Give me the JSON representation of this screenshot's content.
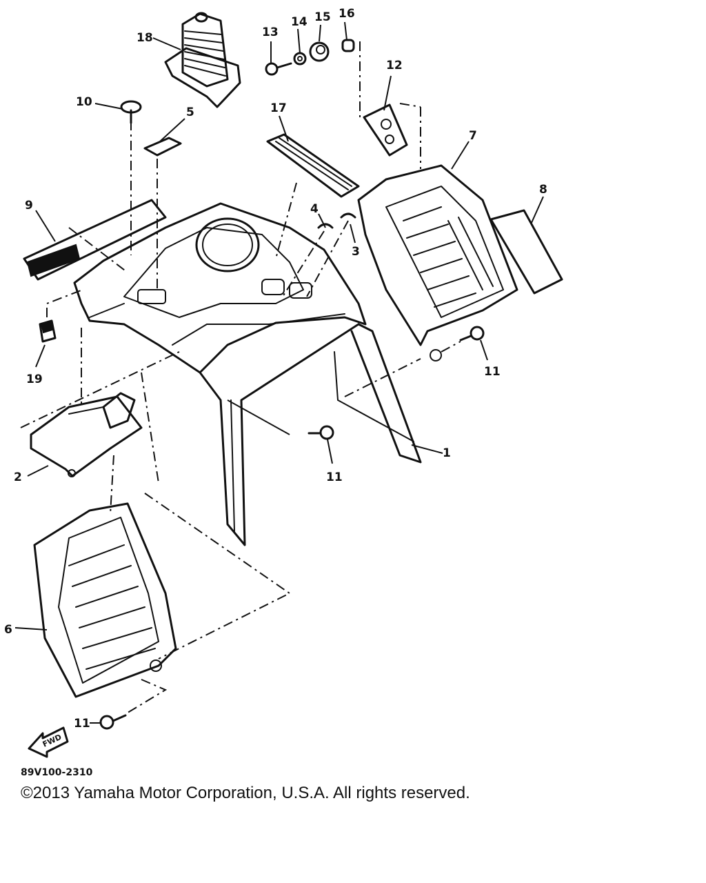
{
  "diagram": {
    "callouts": [
      "1",
      "2",
      "3",
      "4",
      "5",
      "6",
      "7",
      "8",
      "9",
      "10",
      "11",
      "12",
      "13",
      "14",
      "15",
      "16",
      "17",
      "18",
      "19"
    ],
    "forward_arrow_text": "FWD",
    "figure_code": "89V100-2310",
    "copyright": "©2013 Yamaha Motor Corporation, U.S.A. All rights reserved."
  }
}
